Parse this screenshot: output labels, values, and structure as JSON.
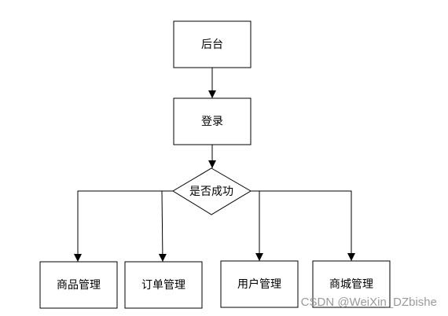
{
  "diagram": {
    "nodes": {
      "admin": "后台",
      "login": "登录",
      "decision": "是否成功",
      "product": "商品管理",
      "order": "订单管理",
      "user": "用户管理",
      "mall": "商城管理"
    }
  },
  "watermark": "CSDN @WeiXin_DZbishe"
}
